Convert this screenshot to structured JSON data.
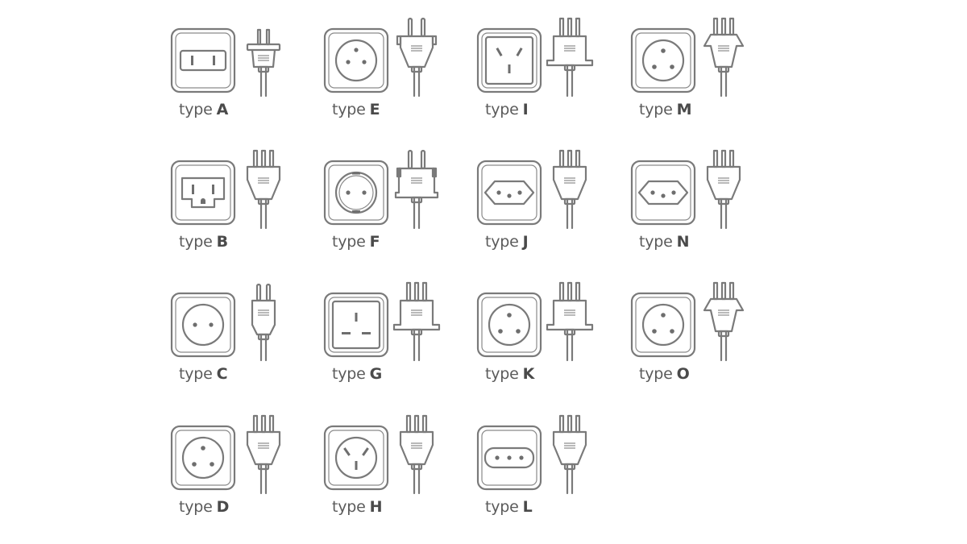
{
  "prefix": "type",
  "colors": {
    "line": "#7a7a7a",
    "text": "#5b5b5b"
  },
  "plug_types": [
    {
      "code": "A",
      "socket": "slot2",
      "plug": "flat2"
    },
    {
      "code": "B",
      "socket": "us3",
      "plug": "pin3"
    },
    {
      "code": "C",
      "socket": "round2",
      "plug": "round2"
    },
    {
      "code": "D",
      "socket": "tri3",
      "plug": "pin3"
    },
    {
      "code": "E",
      "socket": "schuko_pin",
      "plug": "schuko"
    },
    {
      "code": "F",
      "socket": "schuko",
      "plug": "schuko_wide"
    },
    {
      "code": "G",
      "socket": "uk",
      "plug": "pin3_wide"
    },
    {
      "code": "H",
      "socket": "israel",
      "plug": "pin3"
    },
    {
      "code": "I",
      "socket": "aus",
      "plug": "pin3_wide"
    },
    {
      "code": "J",
      "socket": "hex3",
      "plug": "pin3"
    },
    {
      "code": "K",
      "socket": "tri3",
      "plug": "pin3_wide"
    },
    {
      "code": "L",
      "socket": "italy3",
      "plug": "pin3"
    },
    {
      "code": "M",
      "socket": "tri3",
      "plug": "pin3_flare"
    },
    {
      "code": "N",
      "socket": "hex3",
      "plug": "pin3"
    },
    {
      "code": "O",
      "socket": "tri3",
      "plug": "pin3_flare"
    }
  ]
}
